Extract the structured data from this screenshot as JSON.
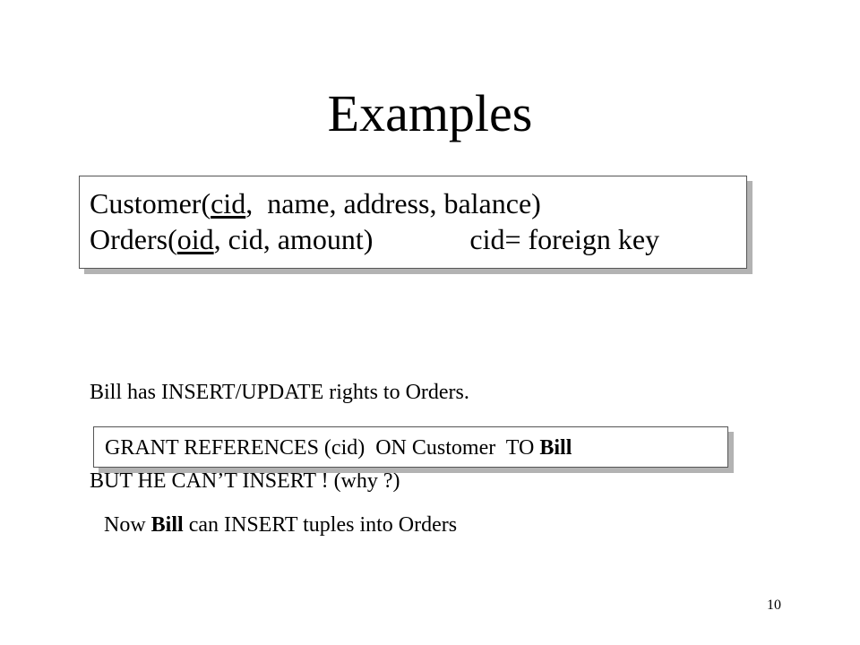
{
  "slide": {
    "title": "Examples",
    "schema": {
      "line1": {
        "prefix": "Customer(",
        "key": "cid",
        "rest": ",  name, address, balance)"
      },
      "line2": {
        "prefix": "Orders(",
        "key": "oid",
        "rest": ", cid, amount)",
        "note": "cid= foreign key"
      }
    },
    "note": {
      "line1": "Bill has INSERT/UPDATE rights to Orders.",
      "line2": "BUT HE CAN’T INSERT ! (why ?)"
    },
    "grant": {
      "text": "GRANT REFERENCES (cid)  ON Customer  TO ",
      "user": "Bill"
    },
    "now": {
      "prefix": "Now ",
      "user": "Bill",
      "suffix": " can INSERT tuples into Orders"
    },
    "page_number": "10"
  }
}
